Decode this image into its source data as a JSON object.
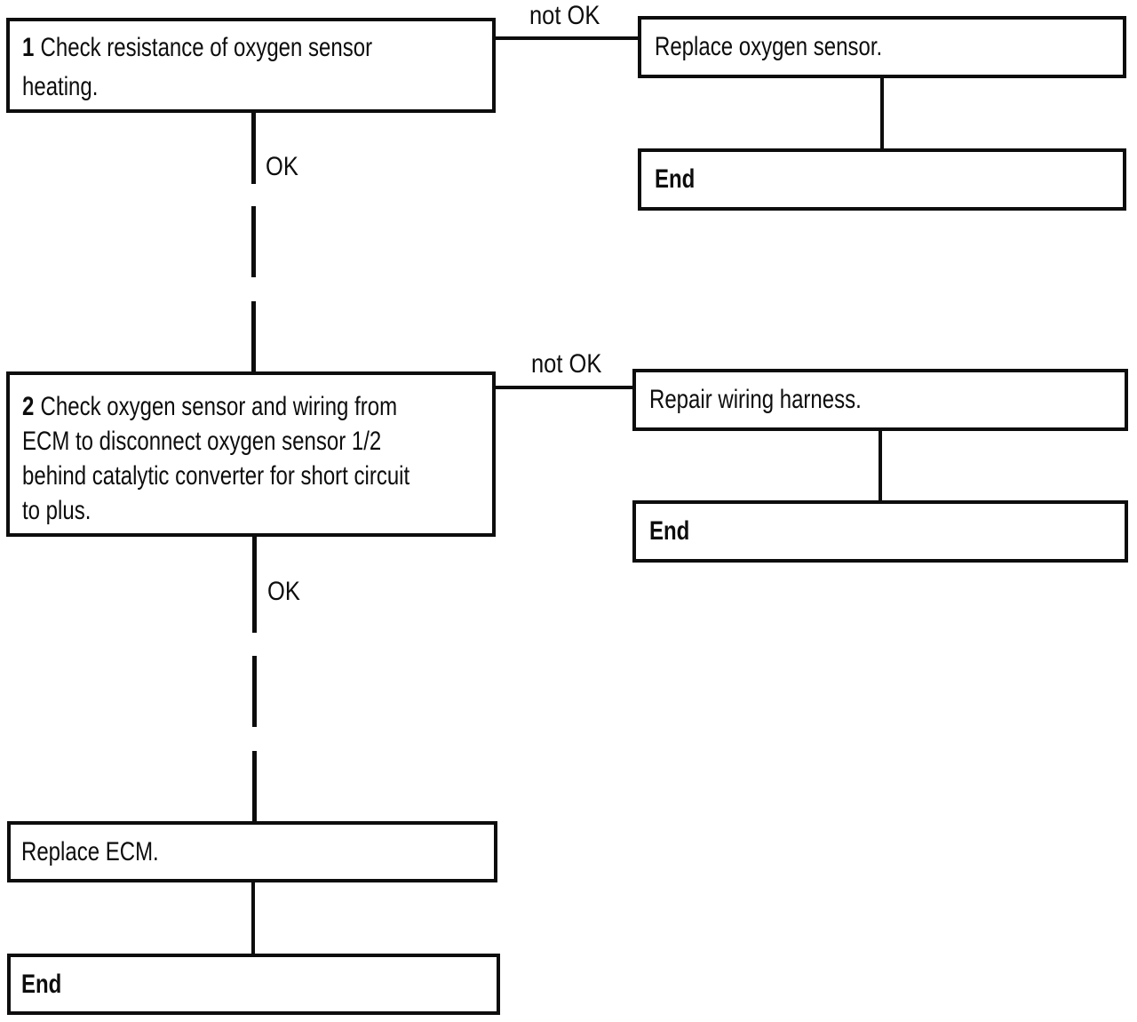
{
  "page": {
    "type": "diagnostic-flowchart",
    "background": "#ffffff",
    "ink": "#0d0d0d"
  },
  "nodes": {
    "step1": {
      "num": "1",
      "line1": "Check resistance of oxygen sensor",
      "line2": "heating."
    },
    "replace_oxygen": {
      "text": "Replace oxygen sensor."
    },
    "end1": {
      "text": "End"
    },
    "step2": {
      "num": "2",
      "line1": "Check oxygen sensor and wiring from",
      "line2": "ECM to disconnect oxygen sensor 1/2",
      "line3": "behind catalytic converter for short circuit",
      "line4": "to plus."
    },
    "repair_wiring": {
      "text": "Repair wiring harness."
    },
    "end2": {
      "text": "End"
    },
    "replace_ecm": {
      "text": "Replace ECM."
    },
    "end3": {
      "text": "End"
    }
  },
  "edges": [
    {
      "from": "step1",
      "to": "replace_oxygen",
      "label": "not OK",
      "style": "solid"
    },
    {
      "from": "replace_oxygen",
      "to": "end1",
      "label": "",
      "style": "solid"
    },
    {
      "from": "step1",
      "to": "step2",
      "label": "OK",
      "style": "dashed"
    },
    {
      "from": "step2",
      "to": "repair_wiring",
      "label": "not OK",
      "style": "solid"
    },
    {
      "from": "repair_wiring",
      "to": "end2",
      "label": "",
      "style": "solid"
    },
    {
      "from": "step2",
      "to": "replace_ecm",
      "label": "OK",
      "style": "dashed"
    },
    {
      "from": "replace_ecm",
      "to": "end3",
      "label": "",
      "style": "solid"
    }
  ]
}
